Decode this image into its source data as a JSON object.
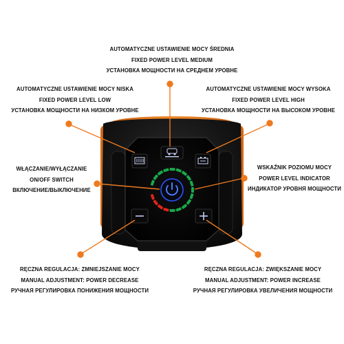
{
  "colors": {
    "accent": "#ee7a1f",
    "led_green": "#1aa84a",
    "led_red": "#e2231a",
    "button_glow": "#3a66ff",
    "body": "#141414",
    "panel": "#050505"
  },
  "callouts": {
    "medium": {
      "pl": "AUTOMATYCZNE USTAWIENIE MOCY ŚREDNIA",
      "en": "FIXED POWER LEVEL MEDIUM",
      "ru": "УСТАНОВКА МОЩНОСТИ НА СРЕДНЕМ УРОВНЕ"
    },
    "low": {
      "pl": "AUTOMATYCZNE USTAWIENIE MOCY NISKA",
      "en": "FIXED POWER LEVEL LOW",
      "ru": "УСТАНОВКА МОЩНОСТИ НА НИЗКОМ УРОВНЕ"
    },
    "high": {
      "pl": "AUTOMATYCZNE USTAWIENIE MOCY WYSOKA",
      "en": "FIXED POWER LEVEL HIGH",
      "ru": "УСТАНОВКА МОЩНОСТИ НА ВЫСОКОМ УРОВНЕ"
    },
    "onoff": {
      "pl": "WŁĄCZANIE/WYŁĄCZANIE",
      "en": "ON/OFF SWITCH",
      "ru": "ВКЛЮЧЕНИЕ/ВЫКЛЮЧЕНИЕ"
    },
    "indicator": {
      "pl": "WSKAŹNIK POZIOMU MOCY",
      "en": "POWER LEVEL INDICATOR",
      "ru": "ИНДИКАТОР УРОВНЯ МОЩНОСТИ"
    },
    "decrease": {
      "pl": "RĘCZNA REGULACJA: ZMNIEJSZANIE MOCY",
      "en": "MANUAL ADJUSTMENT: POWER DECREASE",
      "ru": "РУЧНАЯ РЕГУЛИРОВКА ПОНИЖЕНИЯ МОЩНОСТИ"
    },
    "increase": {
      "pl": "RĘCZNA REGULACJA: ZWIĘKSZANIE MOCY",
      "en": "MANUAL ADJUSTMENT: POWER INCREASE",
      "ru": "РУЧНАЯ РЕГУЛИРОВКА УВЕЛИЧЕНИЯ МОЩНОСТИ"
    }
  },
  "panel": {
    "icons": {
      "low": "plug-low-icon",
      "medium": "car-medium-icon",
      "high": "battery-high-icon",
      "power": "power-icon",
      "minus": "minus-icon",
      "plus": "plus-icon"
    },
    "level_indicator": {
      "segments_total": 19,
      "segments_green": 15,
      "segments_red": 4
    }
  }
}
